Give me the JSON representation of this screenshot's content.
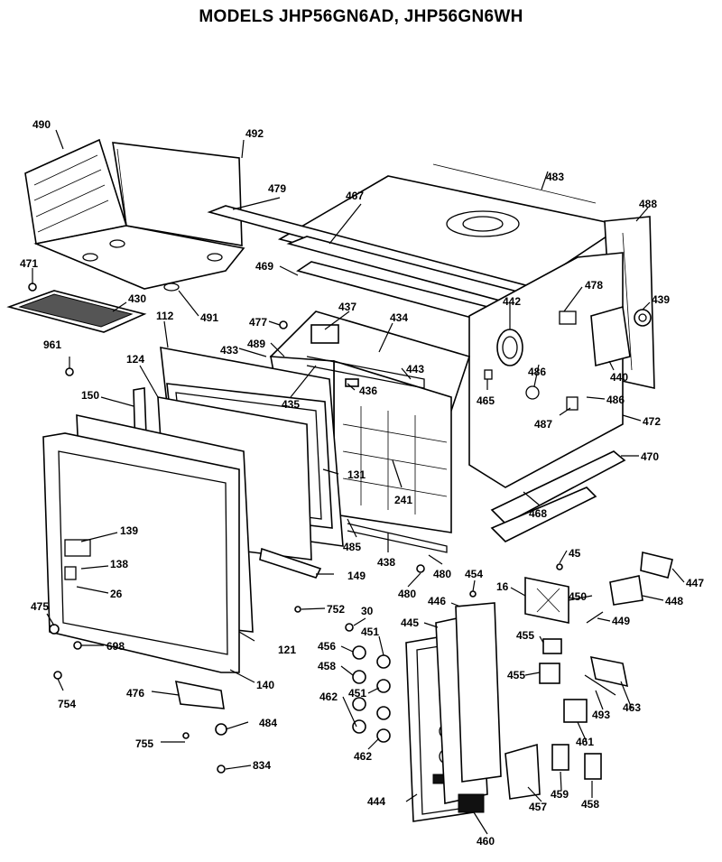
{
  "title": "MODELS JHP56GN6AD, JHP56GN6WH",
  "callouts": {
    "c490": "490",
    "c492": "492",
    "c471": "471",
    "c430": "430",
    "c491": "491",
    "c961": "961",
    "c124": "124",
    "c112": "112",
    "c150": "150",
    "c139": "139",
    "c138": "138",
    "c26": "26",
    "c475": "475",
    "c698": "698",
    "c754": "754",
    "c476": "476",
    "c755": "755",
    "c484": "484",
    "c834": "834",
    "c121": "121",
    "c140": "140",
    "c149": "149",
    "c752": "752",
    "c131": "131",
    "c479": "479",
    "c467": "467",
    "c469": "469",
    "c477": "477",
    "c433": "433",
    "c489": "489",
    "c437": "437",
    "c434": "434",
    "c443": "443",
    "c435": "435",
    "c436": "436",
    "c241": "241",
    "c485": "485",
    "c438": "438",
    "c480a": "480",
    "c480b": "480",
    "c483": "483",
    "c488": "488",
    "c442": "442",
    "c478": "478",
    "c439": "439",
    "c486a": "486",
    "c486b": "486",
    "c465": "465",
    "c440": "440",
    "c487": "487",
    "c472": "472",
    "c470": "470",
    "c468": "468",
    "c45": "45",
    "c447": "447",
    "c448": "448",
    "c16": "16",
    "c450": "450",
    "c449": "449",
    "c454": "454",
    "c446": "446",
    "c445": "445",
    "c30": "30",
    "c451a": "451",
    "c451b": "451",
    "c456": "456",
    "c458a": "458",
    "c462a": "462",
    "c462b": "462",
    "c455a": "455",
    "c455b": "455",
    "c493": "493",
    "c463": "463",
    "c461": "461",
    "c444": "444",
    "c457": "457",
    "c459": "459",
    "c458b": "458",
    "c460": "460"
  }
}
